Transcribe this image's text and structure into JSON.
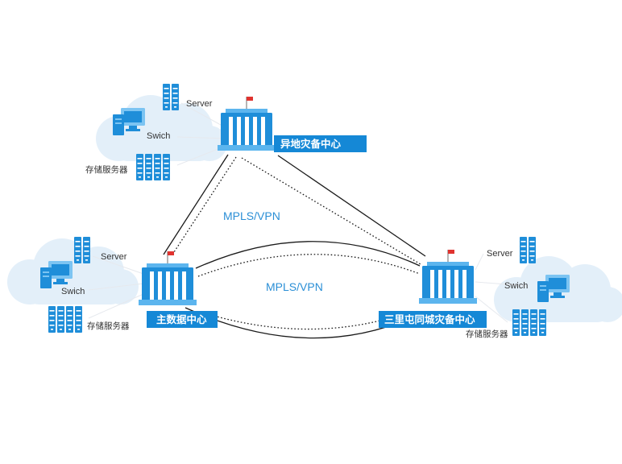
{
  "sites": {
    "remote": {
      "label": "异地灾备中心"
    },
    "main": {
      "label": "主数据中心"
    },
    "local": {
      "label": "三里屯同城灾备中心"
    }
  },
  "links": {
    "upper_label": "MPLS/VPN",
    "lower_label": "MPLS/VPN"
  },
  "clusters": {
    "remote": {
      "server": "Server",
      "switch": "Swich",
      "storage": "存储服务器"
    },
    "main": {
      "server": "Server",
      "switch": "Swich",
      "storage": "存储服务器"
    },
    "local": {
      "server": "Server",
      "switch": "Swich",
      "storage": "存储服务器"
    }
  },
  "colors": {
    "accent": "#1588d6",
    "cloud": "#e3eff9",
    "flag": "#e0332f"
  },
  "icons": [
    "building-icon",
    "server-icon",
    "computer-icon",
    "storage-server-icon",
    "cloud-icon",
    "flag-icon"
  ]
}
